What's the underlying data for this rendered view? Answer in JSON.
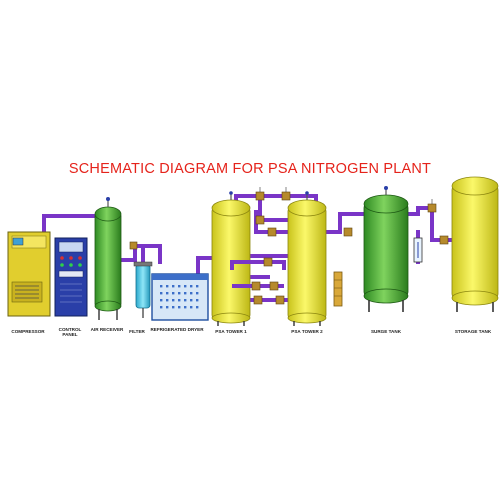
{
  "title": "SCHEMATIC DIAGRAM FOR PSA NITROGEN PLANT",
  "labels": {
    "compressor": "COMPRESSOR",
    "control_panel": "CONTROL PANEL",
    "air_receiver": "AIR RECEIVER",
    "filter": "FILTER",
    "refrigerated_dryer": "REFRIGERATED DRYER",
    "psa_tower_1": "PSA TOWER 1",
    "psa_tower_2": "PSA TOWER 2",
    "surge_tank": "SURGE TANK",
    "storage_tank": "STORAGE TANK"
  },
  "colors": {
    "title": "#e5231b",
    "pipe": "#7a35c7",
    "yellow_vessel": "#f2ee2a",
    "green_vessel": "#55b53a",
    "compressor_body": "#e1ce2e",
    "control_panel_body": "#2a3fa8",
    "dryer_body": "#d7e7f7",
    "filter_body": "#5fcfe8",
    "valve_brass": "#b68a2c"
  },
  "icons": [
    "valve-icon",
    "pressure-gauge-icon",
    "flowmeter-icon"
  ]
}
